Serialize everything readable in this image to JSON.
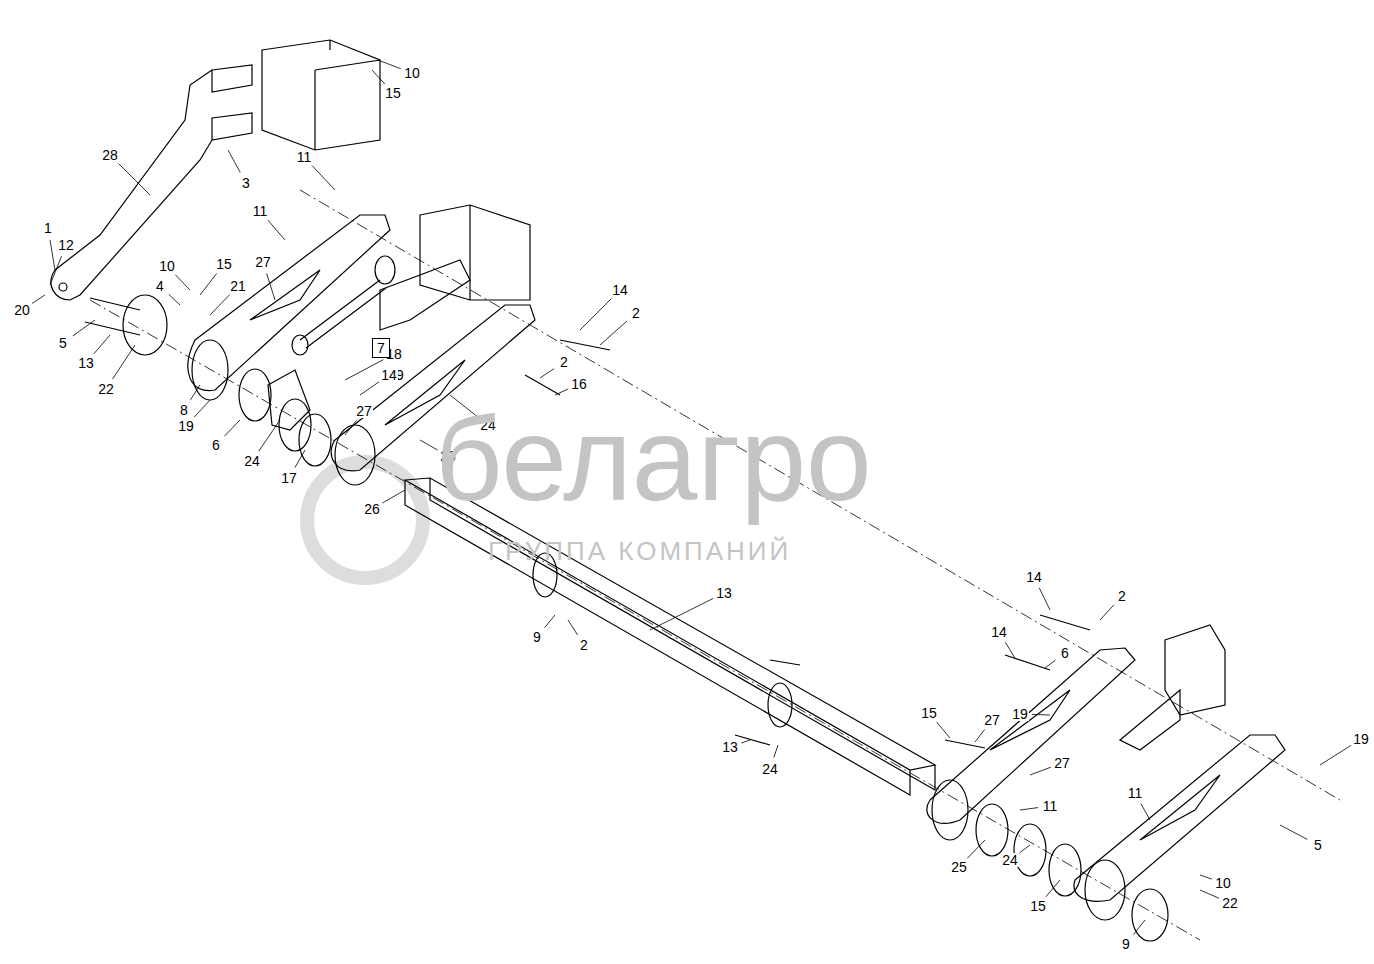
{
  "diagram": {
    "nodes": [
      {
        "text": [
          "7"
        ]
      }
    ],
    "labels": [
      "10",
      "15",
      "3",
      "28",
      "11",
      "1",
      "12",
      "20",
      "11",
      "10",
      "15",
      "4",
      "21",
      "14",
      "2",
      "5",
      "13",
      "22",
      "18",
      "19",
      "14",
      "2",
      "16",
      "8",
      "19",
      "27",
      "27",
      "24",
      "6",
      "23",
      "24",
      "17",
      "26",
      "13",
      "9",
      "2",
      "14",
      "2",
      "14",
      "6",
      "15",
      "27",
      "19",
      "27",
      "11",
      "19",
      "11",
      "5",
      "13",
      "24",
      "25",
      "24",
      "15",
      "10",
      "22",
      "9",
      "белагро",
      "ГРУППА КОМПАНИЙ"
    ]
  }
}
